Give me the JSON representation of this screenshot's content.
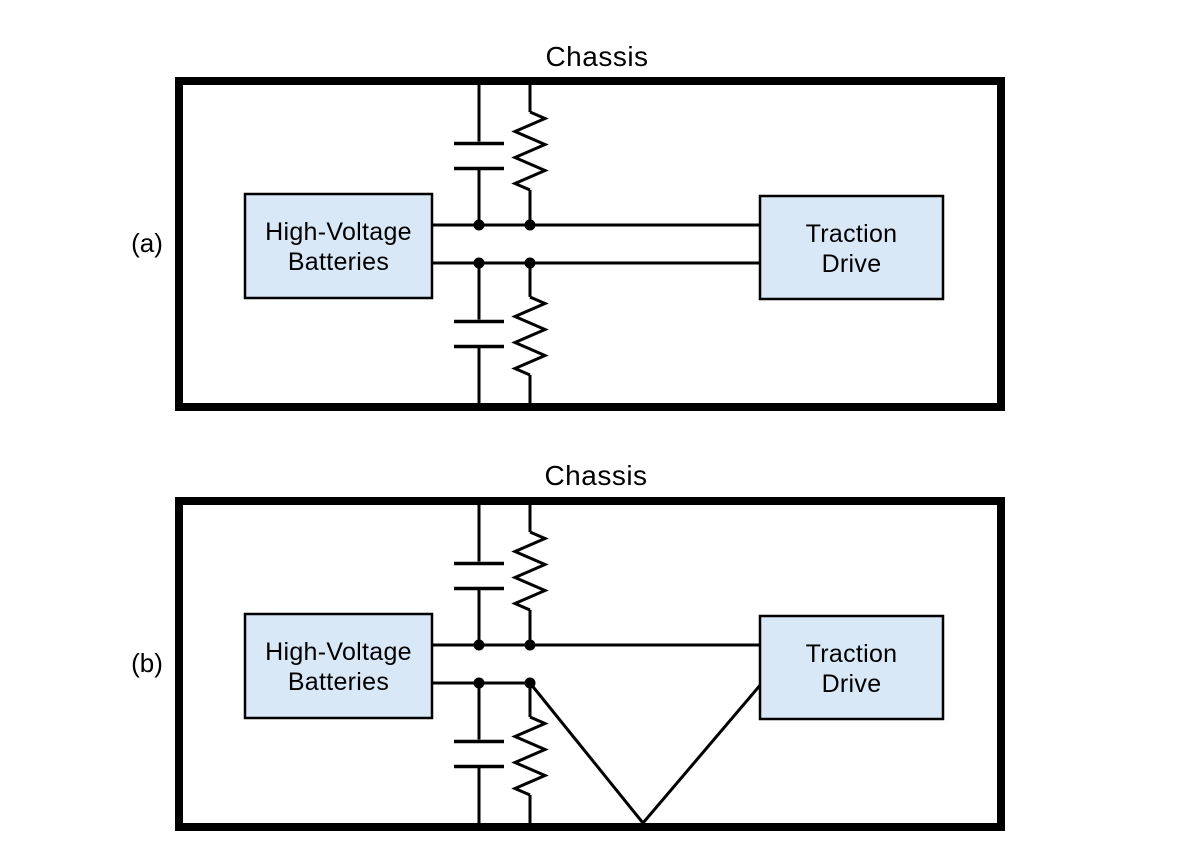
{
  "figure": {
    "background": "#ffffff",
    "wire_color": "#000000",
    "box_fill": "#d9e8f6",
    "box_stroke": "#000000"
  },
  "panels": [
    {
      "label": "(a)",
      "chassis_label": "Chassis",
      "battery_box": {
        "line1": "High-Voltage",
        "line2": "Batteries"
      },
      "traction_box": {
        "line1": "Traction",
        "line2": "Drive"
      },
      "has_chassis_fault": false
    },
    {
      "label": "(b)",
      "chassis_label": "Chassis",
      "battery_box": {
        "line1": "High-Voltage",
        "line2": "Batteries"
      },
      "traction_box": {
        "line1": "Traction",
        "line2": "Drive"
      },
      "has_chassis_fault": true
    }
  ]
}
